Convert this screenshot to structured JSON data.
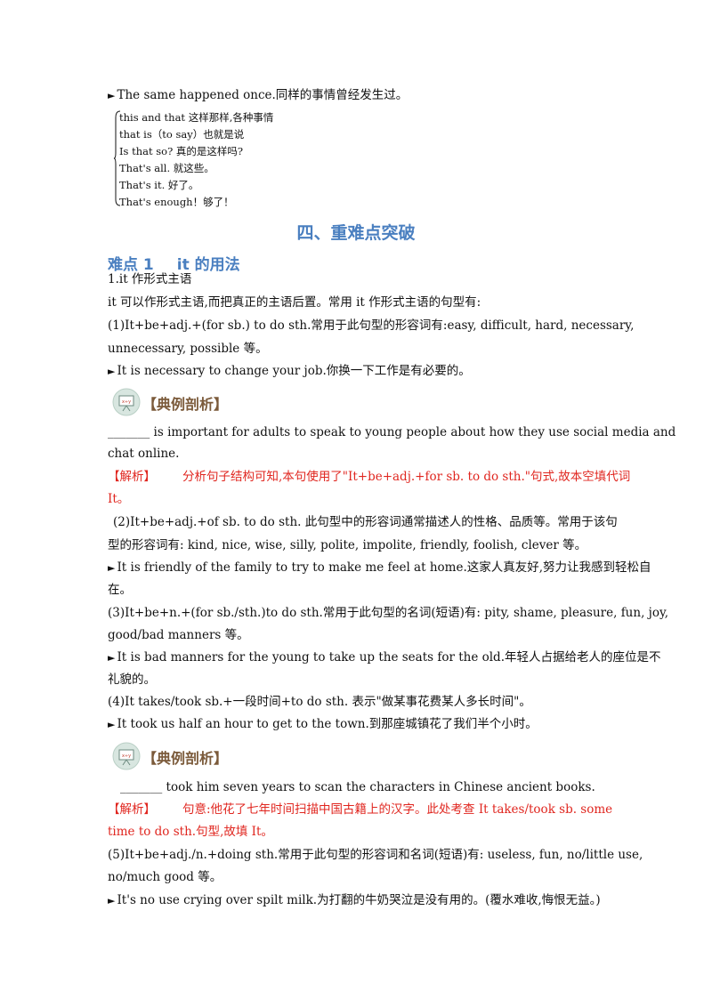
{
  "lines": {
    "l1": "The same happened once.同样的事情曾经发生过。",
    "p1": "this and that 这样那样,各种事情",
    "p2": "that is（to say）也就是说",
    "p3": "Is that so? 真的是这样吗?",
    "p4": "That's all. 就这些。",
    "p5": "That's it. 好了。",
    "p6": "That's enough！够了！",
    "section": "四、重难点突破",
    "diff_a": "难点 1",
    "diff_b": "it 的用法",
    "l2": "1.it 作形式主语",
    "l3": "it 可以作形式主语,而把真正的主语后置。常用 it 作形式主语的句型有:",
    "l4": "(1)It+be+adj.+(for sb.) to do sth.常用于此句型的形容词有:easy, difficult, hard, necessary,",
    "l5": "unnecessary, possible 等。",
    "l6": "It is necessary to change your job.你换一下工作是有必要的。",
    "badge": "【典例剖析】",
    "l7": "_______ is important for adults to speak to young people about how they use social media and",
    "l8": "chat online.",
    "a1_label": "【解析】",
    "a1_text": "分析句子结构可知,本句使用了\"It+be+adj.+for sb. to do sth.\"句式,故本空填代词",
    "a1_end": "It。",
    "l9": "(2)It+be+adj.+of sb. to do sth.  此句型中的形容词通常描述人的性格、品质等。常用于该句",
    "l10": "型的形容词有: kind, nice, wise, silly, polite, impolite, friendly, foolish, clever 等。",
    "l11": "It is friendly of the family to try to make me feel at home.这家人真友好,努力让我感到轻松自",
    "l12": "在。",
    "l13": "(3)It+be+n.+(for sb./sth.)to do sth.常用于此句型的名词(短语)有: pity, shame, pleasure, fun, joy,",
    "l14": "good/bad manners 等。",
    "l15": "It is bad manners for the young to take up the seats for the old.年轻人占据给老人的座位是不",
    "l16": "礼貌的。",
    "l17": "(4)It takes/took sb.+一段时间+to do sth.  表示\"做某事花费某人多长时间\"。",
    "l18": "It took us half an hour to get to the town.到那座城镇花了我们半个小时。",
    "l19": "_______ took him seven years to scan the characters in Chinese ancient books.",
    "a2_label": "【解析】",
    "a2_text": "句意:他花了七年时间扫描中国古籍上的汉字。此处考查 It takes/took sb. some",
    "a2_end": "time to do sth.句型,故填 It。",
    "l20": "(5)It+be+adj./n.+doing sth.常用于此句型的形容词和名词(短语)有: useless, fun, no/little use,",
    "l21": "no/much good 等。",
    "l22": "It's no use crying over spilt milk.为打翻的牛奶哭泣是没有用的。(覆水难收,悔恨无益。)"
  },
  "colors": {
    "heading_blue": "#4a7fc0",
    "answer_red": "#e0261f",
    "badge_brown": "#7b5a3a"
  },
  "icons": {
    "bullet": "right-pointer-icon",
    "badge": "example-board-icon"
  }
}
